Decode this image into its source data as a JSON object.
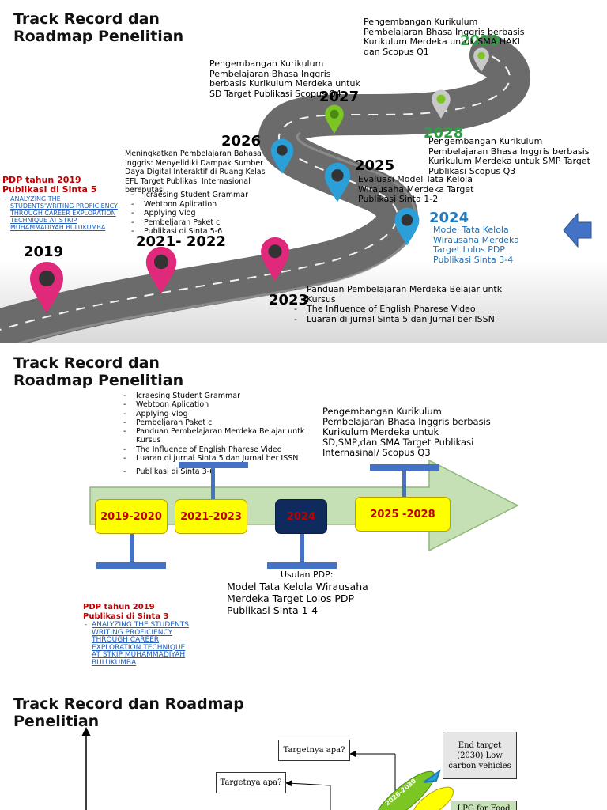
{
  "slide1": {
    "title_line1": "Track Record dan",
    "title_line2": "Roadmap Penelitian",
    "pdp_line1": "PDP tahun 2019",
    "pdp_line2": "Publikasi di Sinta 5",
    "pdp_item": "ANALYZING THE STUDENTS'WRITING PROFICIENCY THROUGH CAREER EXPLORATION TECHNIQUE AT STKIP MUHAMMADIYAH BULUKUMBA",
    "y2019": "2019",
    "y2021": "2021- 2022",
    "y2023": "2023",
    "y2024": "2024",
    "y2025": "2025",
    "y2026": "2026",
    "y2027": "2027",
    "y2028": "2028",
    "y2029": "2029",
    "note2021": [
      "Icraesing Student Grammar",
      "Webtoon Aplication",
      "Applying Vlog",
      "Pembeljaran Paket c",
      "Publikasi di Sinta 5-6"
    ],
    "note2023": [
      "Panduan Pembelajaran Merdeka Belajar untk Kursus",
      "The Influence of English Pharese Video",
      "Luaran di jurnal Sinta 5 dan Jurnal ber ISSN"
    ],
    "note2024": "Model Tata Kelola Wirausaha Merdeka Target Lolos PDP Publikasi Sinta 3-4",
    "note2025": "Evaluasi Model Tata Kelola Wirausaha Merdeka Target Publikasi Sinta 1-2",
    "note2026": "Meningkatkan Pembelajaran Bahasa Inggris: Menyelidiki Dampak Sumber Daya Digital Interaktif di Ruang Kelas EFL Target Publikasi Internasional bereputasi",
    "note2027": "Pengembangan Kurikulum Pembelajaran Bhasa Inggris berbasis Kurikulum Merdeka untuk SD Target Publikasi Scopus Q4",
    "note2028": "Pengembangan Kurikulum Pembelajaran Bhasa Inggris berbasis Kurikulum Merdeka untuk SMP Target Publikasi Scopus Q3",
    "note2029": "Pengembangan Kurikulum Pembelajaran Bhasa Inggris berbasis Kurikulum Merdeka untuk SMA HAKI dan Scopus Q1"
  },
  "slide2": {
    "title_line1": "Track Record dan",
    "title_line2": "Roadmap Penelitian",
    "top_list": [
      "Icraesing Student Grammar",
      "Webtoon Aplication",
      "Applying Vlog",
      "Pembeljaran Paket c",
      "Panduan Pembelajaran Merdeka Belajar untk Kursus",
      "The Influence of English Pharese Video",
      "Luaran di jurnal Sinta 5 dan Jurnal ber ISSN",
      "Publikasi di Sinta 3-6"
    ],
    "right_note": "Pengembangan Kurikulum Pembelajaran Bhasa Inggris berbasis Kurikulum Merdeka untuk SD,SMP,dan SMA Target Publikasi Internasinal/ Scopus Q3",
    "box1": "2019-2020",
    "box2": "2021-2023",
    "box3": "2024",
    "box4": "2025 -2028",
    "usulan_label": "Usulan PDP:",
    "usulan_text": "Model Tata Kelola Wirausaha Merdeka Target Lolos PDP Publikasi Sinta 1-4",
    "pdp_line1": "PDP tahun 2019",
    "pdp_line2": "Publikasi di Sinta 3",
    "pdp_item": "ANALYZING THE STUDENTS WRITING PROFICIENCY THROUGH CAREER EXPLORATION TECHNIQUE AT STKIP MUHAMMADIYAH BULUKUMBA"
  },
  "slide3": {
    "title_line1": "Track Record dan Roadmap",
    "title_line2": "Penelitian",
    "target1": "Targetnya apa?",
    "target2": "Targetnya apa?",
    "end_target": "End target (2030) Low carbon vehicles",
    "range": "2026-2030",
    "lpg": "LPG for Food"
  },
  "colors": {
    "pink_pin": "#e0297a",
    "blue_pin": "#2a9fd8",
    "green_pin": "#7cc623",
    "red_text": "#c00000",
    "arrow_green": "#c5e0b4",
    "bar_blue": "#4472c4"
  }
}
